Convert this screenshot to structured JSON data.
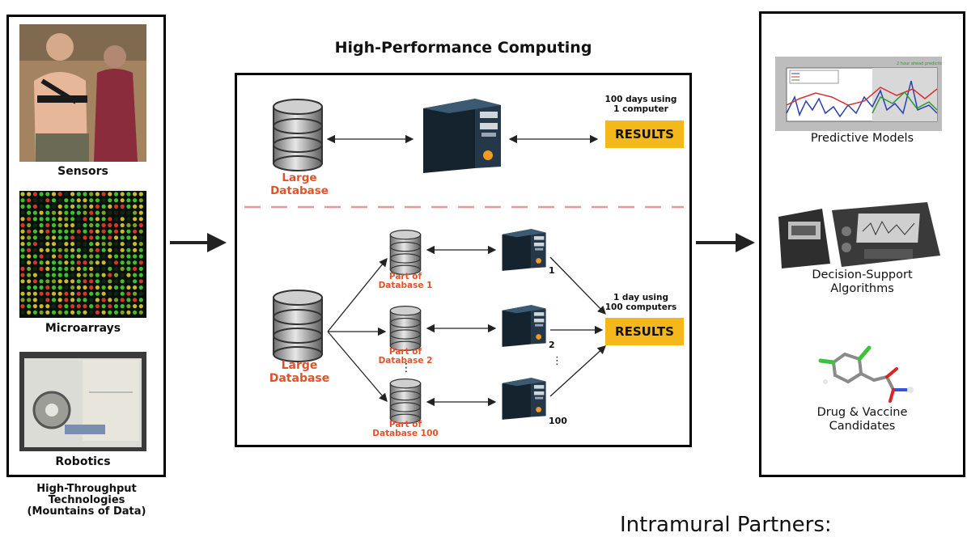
{
  "left": {
    "items": [
      {
        "label": "Sensors"
      },
      {
        "label": "Microarrays"
      },
      {
        "label": "Robotics"
      }
    ],
    "caption": [
      "High-Throughput",
      "Technologies",
      "(Mountains of Data)"
    ]
  },
  "center": {
    "title": "High-Performance Computing",
    "top": {
      "database_label": "Large Database",
      "note": [
        "100 days using",
        "1 computer"
      ],
      "results_label": "RESULTS"
    },
    "bottom": {
      "database_label": "Large Database",
      "parts": [
        {
          "label": [
            "Part of",
            "Database 1"
          ],
          "computer_num": "1"
        },
        {
          "label": [
            "Part of",
            "Database 2"
          ],
          "computer_num": "2"
        },
        {
          "label": [
            "Part of",
            "Database 100"
          ],
          "computer_num": "100"
        }
      ],
      "note": [
        "1 day using",
        "100 computers"
      ],
      "results_label": "RESULTS",
      "ellipsis": "⋮"
    }
  },
  "right": {
    "items": [
      {
        "label": [
          "Predictive Models"
        ]
      },
      {
        "label": [
          "Decision-Support",
          "Algorithms"
        ]
      },
      {
        "label": [
          "Drug & Vaccine",
          "Candidates"
        ]
      }
    ]
  },
  "footer": {
    "partners": "Intramural Partners:"
  },
  "colors": {
    "accent_orange": "#e2522a",
    "results_yellow": "#f5b81a",
    "dash_red": "#e59a9a"
  }
}
